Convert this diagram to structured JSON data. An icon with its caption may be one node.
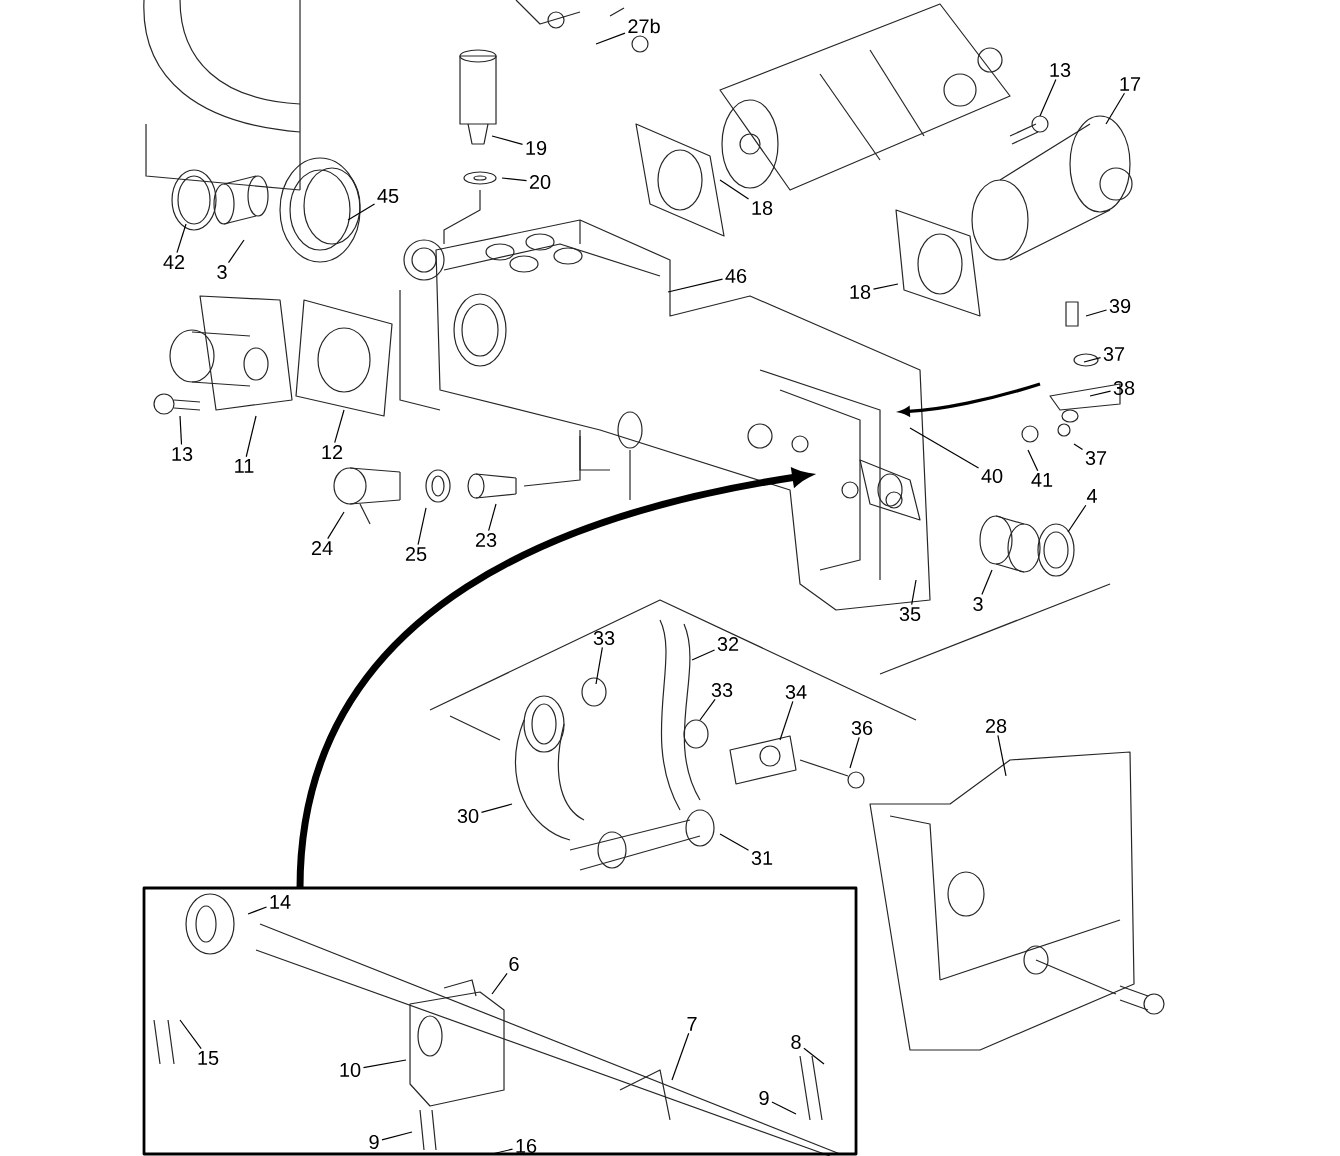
{
  "diagram": {
    "nodes": [
      {
        "text": [
          "27b"
        ]
      },
      {
        "text": [
          "13"
        ]
      },
      {
        "text": [
          "17"
        ]
      },
      {
        "text": [
          "19"
        ]
      },
      {
        "text": [
          "20"
        ]
      },
      {
        "text": [
          "45"
        ]
      },
      {
        "text": [
          "18"
        ]
      },
      {
        "text": [
          "42"
        ]
      },
      {
        "text": [
          "3"
        ]
      },
      {
        "text": [
          "46"
        ]
      },
      {
        "text": [
          "18"
        ]
      },
      {
        "text": [
          "39"
        ]
      },
      {
        "text": [
          "37"
        ]
      },
      {
        "text": [
          "38"
        ]
      },
      {
        "text": [
          "12"
        ]
      },
      {
        "text": [
          "13"
        ]
      },
      {
        "text": [
          "37"
        ]
      },
      {
        "text": [
          "11"
        ]
      },
      {
        "text": [
          "40"
        ]
      },
      {
        "text": [
          "41"
        ]
      },
      {
        "text": [
          "4"
        ]
      },
      {
        "text": [
          "23"
        ]
      },
      {
        "text": [
          "24"
        ]
      },
      {
        "text": [
          "25"
        ]
      },
      {
        "text": [
          "3"
        ]
      },
      {
        "text": [
          "35"
        ]
      },
      {
        "text": [
          "33"
        ]
      },
      {
        "text": [
          "32"
        ]
      },
      {
        "text": [
          "33"
        ]
      },
      {
        "text": [
          "34"
        ]
      },
      {
        "text": [
          "28"
        ]
      },
      {
        "text": [
          "36"
        ]
      },
      {
        "text": [
          "30"
        ]
      },
      {
        "text": [
          "31"
        ]
      },
      {
        "text": [],
        "shape": "box"
      },
      {
        "text": [
          "14"
        ],
        "in": 34
      },
      {
        "text": [
          "6"
        ],
        "in": 34
      },
      {
        "text": [
          "7"
        ],
        "in": 34
      },
      {
        "text": [
          "8"
        ],
        "in": 34
      },
      {
        "text": [
          "15"
        ],
        "in": 34
      },
      {
        "text": [
          "10"
        ],
        "in": 34
      },
      {
        "text": [
          "9"
        ],
        "in": 34
      },
      {
        "text": [
          "9"
        ],
        "in": 34
      },
      {
        "text": [
          "16"
        ],
        "in": 34
      }
    ],
    "edges": [
      {
        "from": 0,
        "to": null,
        "arrow": "none"
      },
      {
        "from": 1,
        "to": null,
        "arrow": "none"
      },
      {
        "from": 2,
        "to": null,
        "arrow": "none"
      },
      {
        "from": 3,
        "to": null,
        "arrow": "none"
      },
      {
        "from": 4,
        "to": null,
        "arrow": "none"
      },
      {
        "from": 5,
        "to": null,
        "arrow": "none"
      },
      {
        "from": 6,
        "to": null,
        "arrow": "none"
      },
      {
        "from": 7,
        "to": null,
        "arrow": "none"
      },
      {
        "from": 8,
        "to": null,
        "arrow": "none"
      },
      {
        "from": 9,
        "to": null,
        "arrow": "none"
      },
      {
        "from": 10,
        "to": null,
        "arrow": "none"
      },
      {
        "from": 11,
        "to": null,
        "arrow": "none"
      },
      {
        "from": 12,
        "to": null,
        "arrow": "none"
      },
      {
        "from": 13,
        "to": null,
        "arrow": "none"
      },
      {
        "from": 14,
        "to": null,
        "arrow": "none"
      },
      {
        "from": 15,
        "to": null,
        "arrow": "none"
      },
      {
        "from": 16,
        "to": null,
        "arrow": "none"
      },
      {
        "from": 17,
        "to": null,
        "arrow": "none"
      },
      {
        "from": 18,
        "to": null,
        "arrow": "none"
      },
      {
        "from": 19,
        "to": null,
        "arrow": "none"
      },
      {
        "from": 20,
        "to": null,
        "arrow": "none"
      },
      {
        "from": 21,
        "to": null,
        "arrow": "none"
      },
      {
        "from": 22,
        "to": null,
        "arrow": "none"
      },
      {
        "from": 23,
        "to": null,
        "arrow": "none"
      },
      {
        "from": 24,
        "to": null,
        "arrow": "none"
      },
      {
        "from": 25,
        "to": null,
        "arrow": "none"
      },
      {
        "from": 26,
        "to": null,
        "arrow": "none"
      },
      {
        "from": 27,
        "to": null,
        "arrow": "none"
      },
      {
        "from": 28,
        "to": null,
        "arrow": "none"
      },
      {
        "from": 29,
        "to": null,
        "arrow": "none"
      },
      {
        "from": 30,
        "to": null,
        "arrow": "none"
      },
      {
        "from": 31,
        "to": null,
        "arrow": "none"
      },
      {
        "from": 32,
        "to": null,
        "arrow": "none"
      },
      {
        "from": 33,
        "to": null,
        "arrow": "none"
      },
      {
        "from": 34,
        "to": null,
        "arrow": "to",
        "style": "thick"
      },
      {
        "from": 35,
        "to": null,
        "arrow": "none"
      },
      {
        "from": 36,
        "to": null,
        "arrow": "none"
      },
      {
        "from": 37,
        "to": null,
        "arrow": "none"
      },
      {
        "from": 38,
        "to": null,
        "arrow": "none"
      },
      {
        "from": 39,
        "to": null,
        "arrow": "none"
      },
      {
        "from": 40,
        "to": null,
        "arrow": "none"
      },
      {
        "from": 41,
        "to": null,
        "arrow": "none"
      },
      {
        "from": 42,
        "to": null,
        "arrow": "none"
      },
      {
        "from": 43,
        "to": null,
        "arrow": "none"
      }
    ]
  }
}
